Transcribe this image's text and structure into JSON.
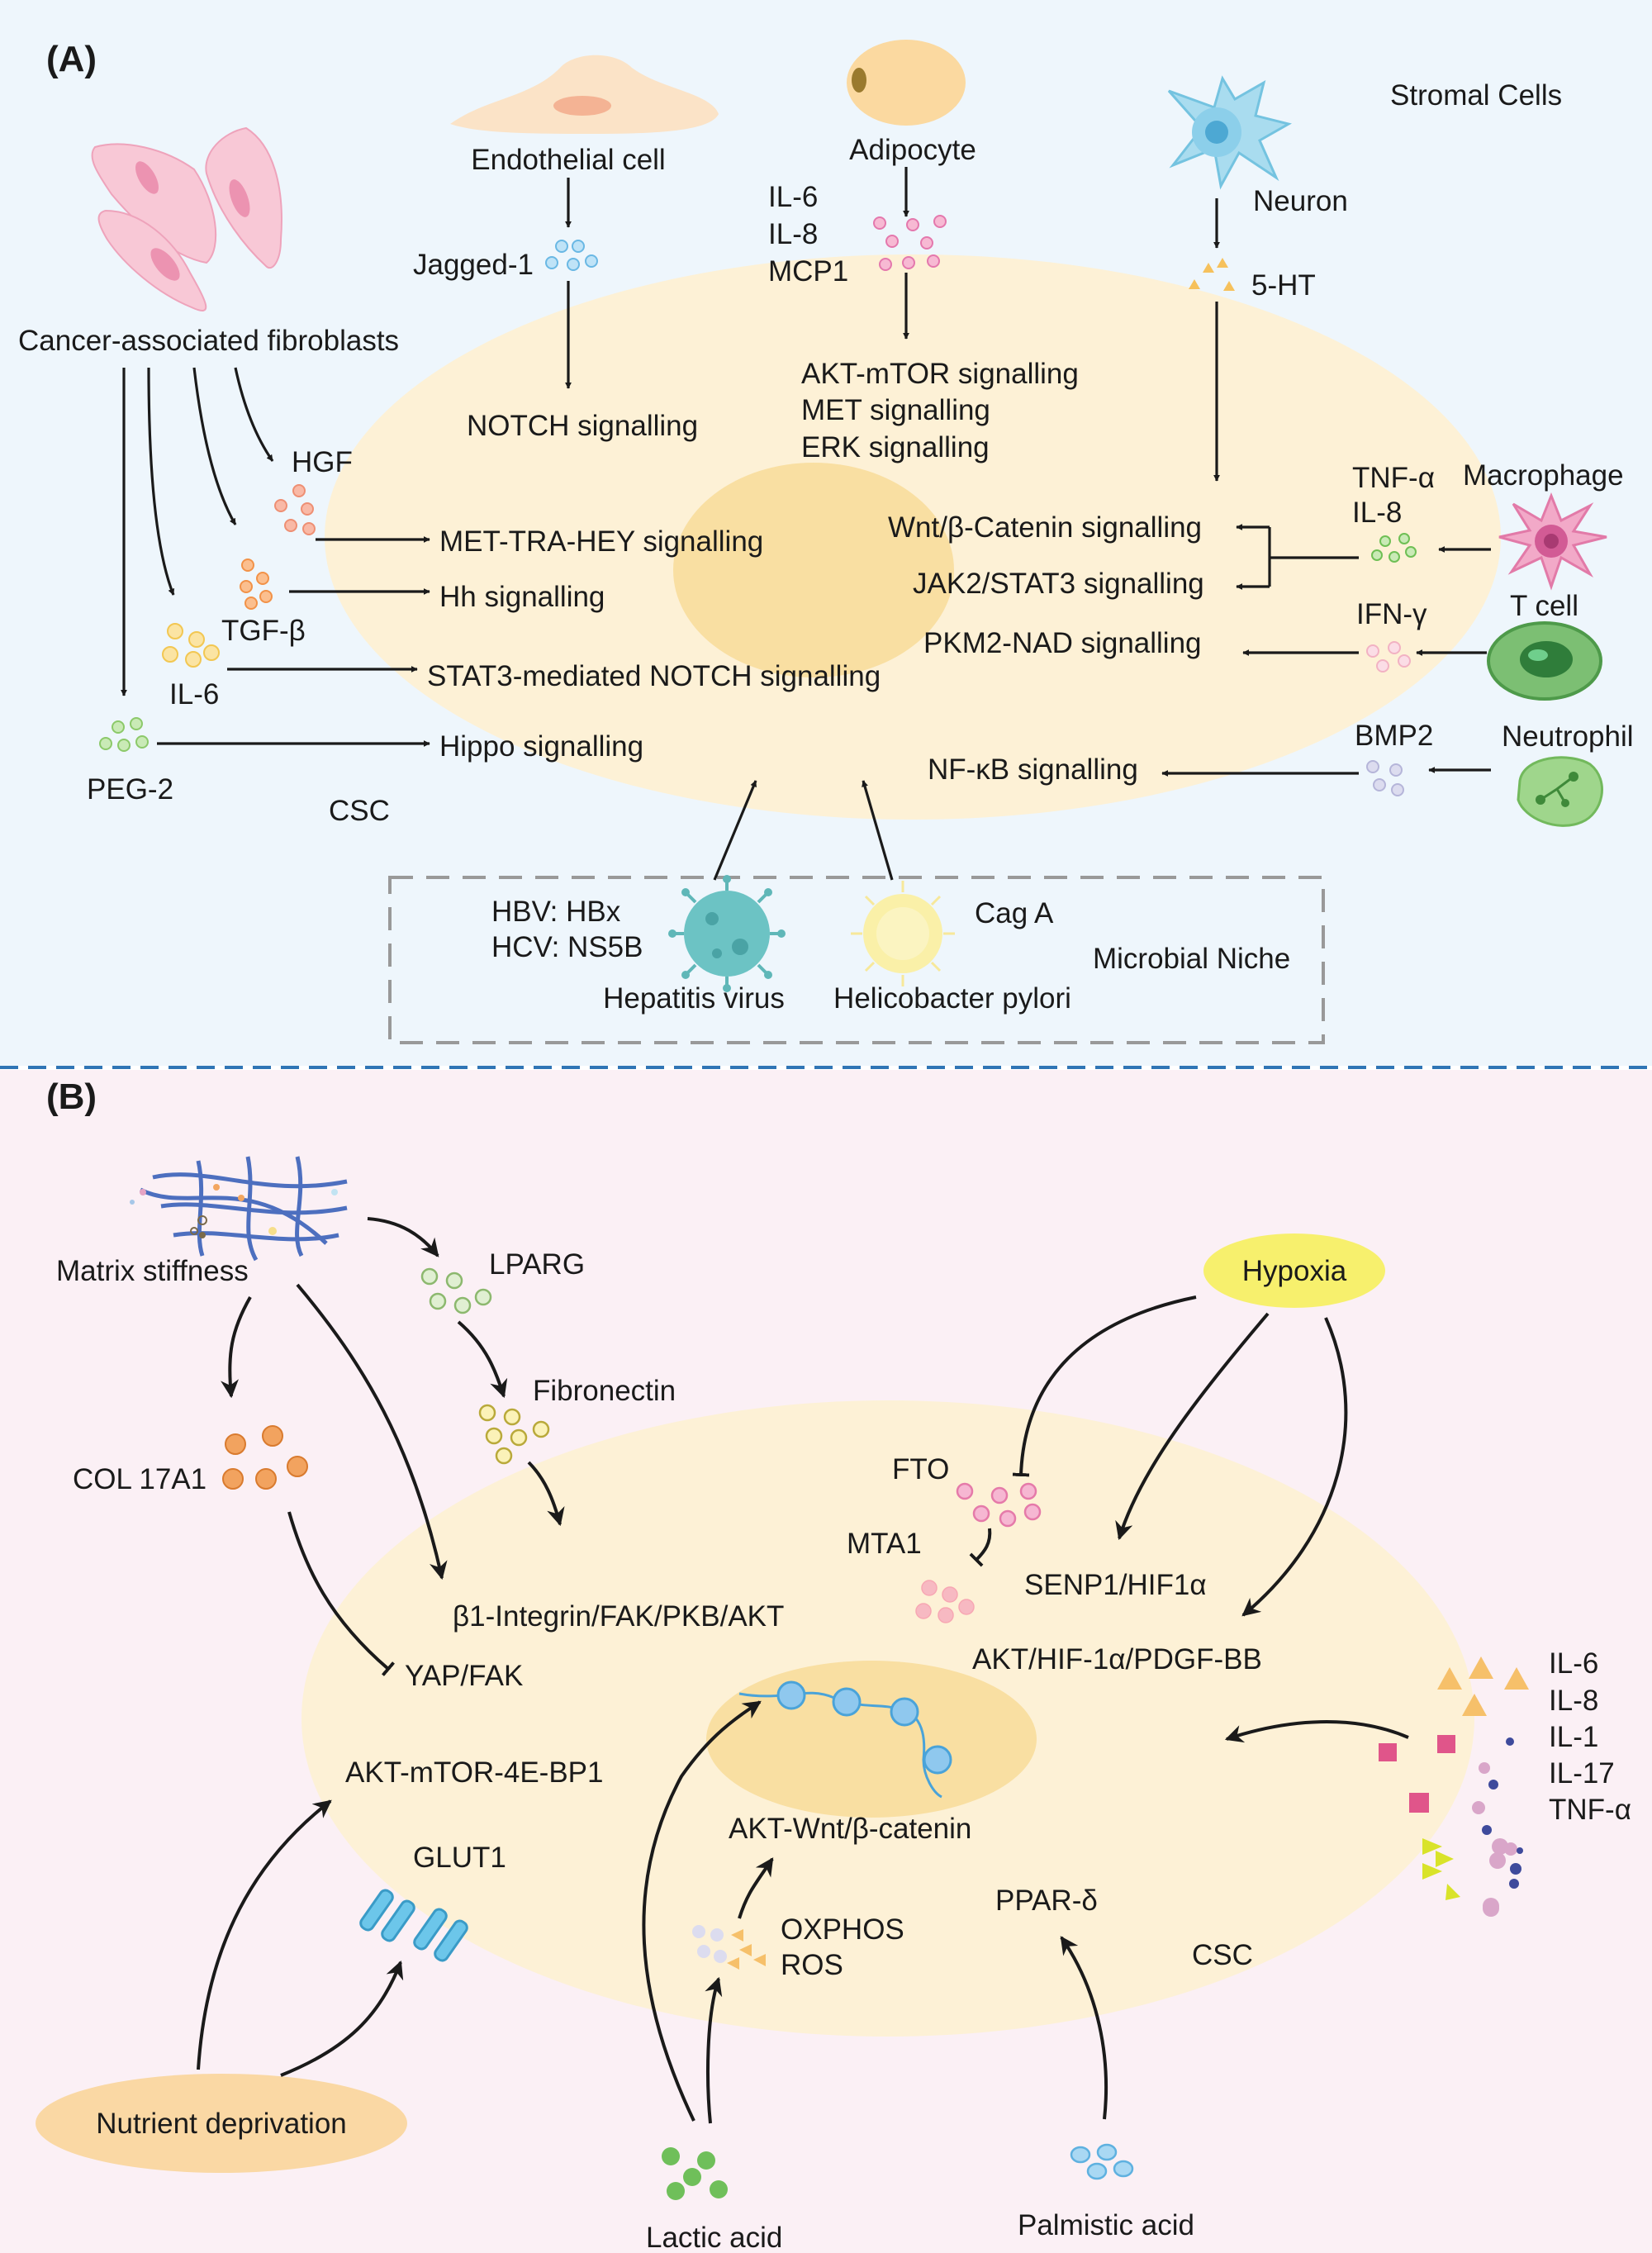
{
  "panel_a": {
    "label": "(A)",
    "stromal_cells": "Stromal Cells",
    "endothelial_cell": "Endothelial cell",
    "adipocyte": "Adipocyte",
    "neuron": "Neuron",
    "jagged1": "Jagged-1",
    "adipocyte_factors": [
      "IL-6",
      "IL-8",
      "MCP1"
    ],
    "serotonin": "5-HT",
    "caf": "Cancer-associated fibroblasts",
    "hgf": "HGF",
    "tgfb": "TGF-β",
    "il6": "IL-6",
    "peg2": "PEG-2",
    "notch_signalling": "NOTCH signalling",
    "akt_lines": [
      "AKT-mTOR signalling",
      "MET signalling",
      "ERK signalling"
    ],
    "met_tra_hey": "MET-TRA-HEY signalling",
    "hh": "Hh signalling",
    "stat3_notch": "STAT3-mediated NOTCH signalling",
    "hippo": "Hippo signalling",
    "wnt": "Wnt/β-Catenin signalling",
    "jak2": "JAK2/STAT3 signalling",
    "pkm2": "PKM2-NAD signalling",
    "nfkb": "NF-κB signalling",
    "tnfa": "TNF-α",
    "il8": "IL-8",
    "macrophage": "Macrophage",
    "ifng": "IFN-γ",
    "tcell": "T cell",
    "bmp2": "BMP2",
    "neutrophil": "Neutrophil",
    "csc": "CSC",
    "hbv": "HBV: HBx",
    "hcv": "HCV: NS5B",
    "hep_virus": "Hepatitis virus",
    "caga": "Cag A",
    "h_pylori": "Helicobacter pylori",
    "microbial_niche": "Microbial Niche"
  },
  "panel_b": {
    "label": "(B)",
    "matrix_stiffness": "Matrix stiffness",
    "lparg": "LPARG",
    "fibronectin": "Fibronectin",
    "col17a1": "COL 17A1",
    "b1_integrin": "β1-Integrin/FAK/PKB/AKT",
    "yap_fak": "YAP/FAK",
    "akt_mtor_4ebp1": "AKT-mTOR-4E-BP1",
    "glut1": "GLUT1",
    "hypoxia": "Hypoxia",
    "fto": "FTO",
    "mta1": "MTA1",
    "senp1": "SENP1/HIF1α",
    "akt_hif": "AKT/HIF-1α/PDGF-BB",
    "cytokines": [
      "IL-6",
      "IL-8",
      "IL-1",
      "IL-17",
      "TNF-α"
    ],
    "akt_wnt": "AKT-Wnt/β-catenin",
    "oxphos": "OXPHOS",
    "ros": "ROS",
    "ppar": "PPAR-δ",
    "csc": "CSC",
    "nutrient_deprivation": "Nutrient deprivation",
    "lactic_acid": "Lactic acid",
    "palmistic_acid": "Palmistic acid"
  },
  "colors": {
    "panel_a_bg": "#eef6fc",
    "panel_b_bg": "#fbf0f5",
    "cell_fill": "#fdf1d6",
    "nucleus_fill": "#f9dfa2",
    "divider": "#2f75b5"
  }
}
